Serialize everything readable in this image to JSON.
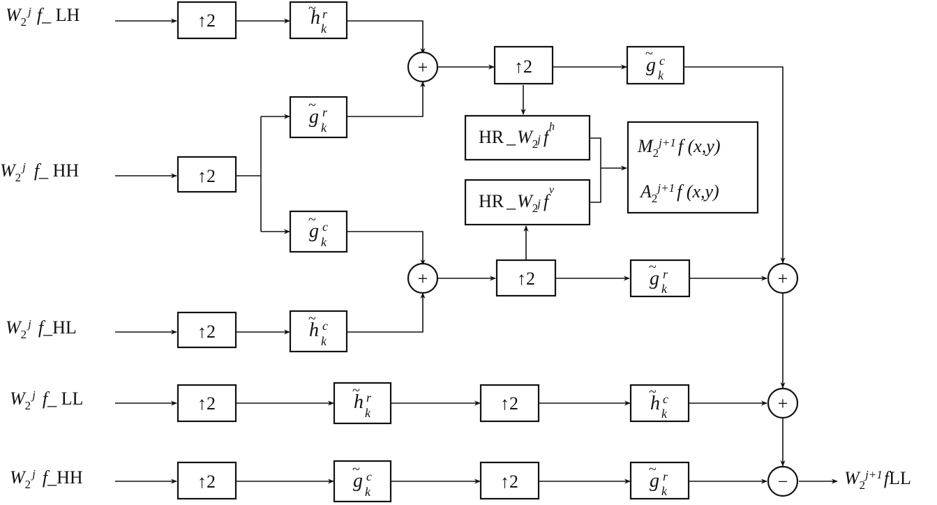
{
  "inputs": {
    "lh": {
      "w": "W",
      "sub": "2",
      "sup": "j",
      "f": "f",
      "suffix": "_ LH"
    },
    "hh1": {
      "w": "W",
      "sub": "2",
      "sup": "j",
      "f": "f",
      "suffix": "_ HH"
    },
    "hl": {
      "w": "W",
      "sub": "2",
      "sup": "j",
      "f": "f",
      "suffix": "_HL"
    },
    "ll": {
      "w": "W",
      "sub": "2",
      "sup": "j",
      "f": "f",
      "suffix": "_ LL"
    },
    "hh2": {
      "w": "W",
      "sub": "2",
      "sup": "j",
      "f": "f",
      "suffix": "_HH"
    }
  },
  "upsample": {
    "arrow": "↑",
    "factor": "2"
  },
  "filters": {
    "tilde": "~",
    "h": "h",
    "g": "g",
    "k": "k",
    "r": "r",
    "c": "c"
  },
  "sum_symbols": {
    "plus": "+",
    "minus": "−"
  },
  "hr_boxes": {
    "prefix": "HR",
    "sep": "_",
    "w": "W",
    "sub": "2",
    "j": "j",
    "f": "f",
    "h_sup": "h",
    "v_sup": "v"
  },
  "result_box": {
    "m": "M",
    "a": "A",
    "sub": "2",
    "sup": "j+1",
    "expr": "f (x,y)"
  },
  "output": {
    "w": "W",
    "sub": "2",
    "sup": "j+1",
    "f": "f",
    "suffix": "LL"
  }
}
